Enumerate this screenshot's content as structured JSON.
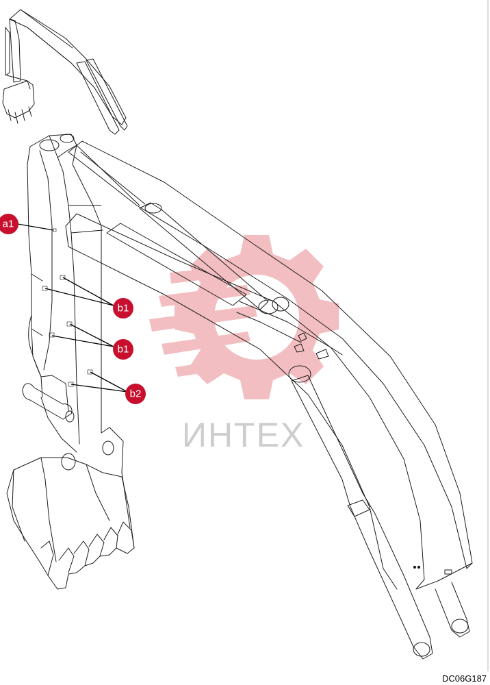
{
  "diagram": {
    "callouts": {
      "a1": "a1",
      "b1_top": "b1",
      "b1_bottom": "b1",
      "b2": "b2"
    },
    "drawing_code": "DC06G187",
    "watermark_text": "ИНТЕХ",
    "colors": {
      "callout_fill": "#c8102e",
      "watermark_red": "#f2b8bb",
      "watermark_grey": "#c8c8c8",
      "line": "#1a1a1a"
    }
  }
}
